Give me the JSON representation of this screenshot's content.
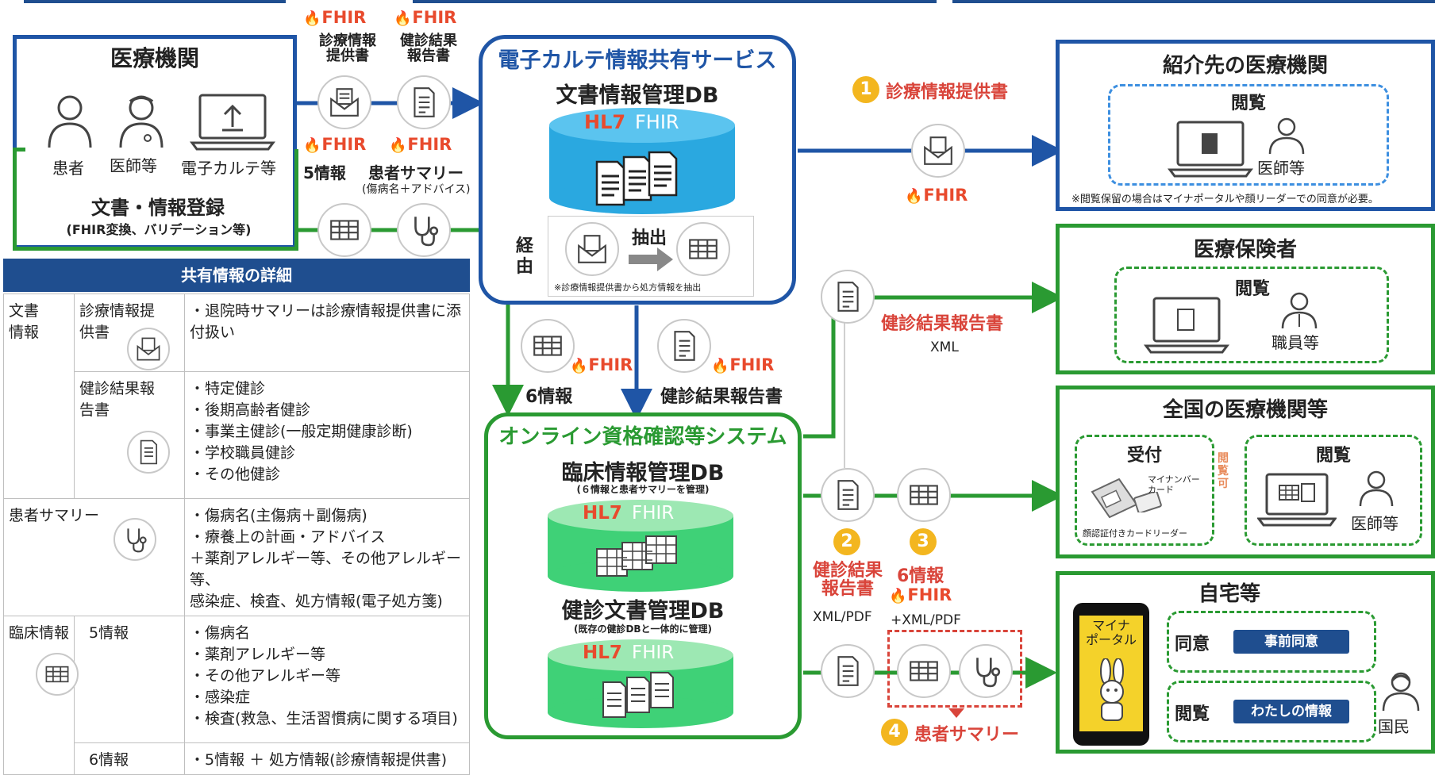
{
  "med_inst": {
    "title": "医療機関",
    "patient": "患者",
    "doctor": "医師等",
    "ehr": "電子カルテ等",
    "register_title": "文書・情報登録",
    "register_sub": "(FHIR変換、バリデーション等)"
  },
  "fhir": "FHIR",
  "hl7fhir": {
    "hl7": "HL7",
    "fhir": "FHIR"
  },
  "top_labels": {
    "clinical_doc": "診療情報\n提供書",
    "checkup_report": "健診結果\n報告書",
    "five_info": "5情報",
    "patient_summary": "患者サマリー",
    "summary_sub": "(傷病名＋アドバイス)"
  },
  "ehr_service": {
    "title": "電子カルテ情報共有サービス",
    "db_title": "文書情報管理DB",
    "extract": "抽出",
    "via": "経\n由",
    "note": "※診療情報提供書から処方情報を抽出"
  },
  "referral": {
    "num": "1",
    "label": "診療情報提供書",
    "title": "紹介先の医療機関",
    "view": "閲覧",
    "doctor": "医師等",
    "note": "※閲覧保留の場合はマイナポータルや顔リーダーでの同意が必要。"
  },
  "insurer": {
    "title": "医療保険者",
    "view": "閲覧",
    "staff": "職員等",
    "report_label": "健診結果報告書",
    "xml": "XML"
  },
  "flow_mid": {
    "six_info": "6情報",
    "checkup_report": "健診結果報告書"
  },
  "online": {
    "title": "オンライン資格確認等システム",
    "clinical_db": "臨床情報管理DB",
    "clinical_db_sub": "(６情報と患者サマリーを管理)",
    "checkup_db": "健診文書管理DB",
    "checkup_db_sub": "(既存の健診DBと一体的に管理)"
  },
  "national": {
    "title": "全国の医療機関等",
    "reception": "受付",
    "view": "閲覧",
    "mynumber": "マイナンバー\nカード",
    "reader": "顔認証付きカードリーダー",
    "allowed": "閲覧可",
    "doctor": "医師等"
  },
  "bottom_flow": {
    "num2": "2",
    "label2": "健診結果\n報告書",
    "xmlpdf2": "XML/PDF",
    "num3": "3",
    "label3": "6情報",
    "xmlpdf3": "+XML/PDF",
    "num4": "4",
    "label4": "患者サマリー"
  },
  "home": {
    "title": "自宅等",
    "portal": "マイナ\nポータル",
    "consent": "同意",
    "consent_btn": "事前同意",
    "view": "閲覧",
    "view_btn": "わたしの情報",
    "citizen": "国民"
  },
  "detail": {
    "header": "共有情報の詳細",
    "doc_info": "文書\n情報",
    "r1_name": "診療情報提\n供書",
    "r1_desc": "・退院時サマリーは診療情報提供書に添\n付扱い",
    "r2_name": "健診結果報\n告書",
    "r2_desc": "・特定健診\n・後期高齢者健診\n・事業主健診(一般定期健康診断)\n・学校職員健診\n・その他健診",
    "r3_name": "患者サマリー",
    "r3_desc": "・傷病名(主傷病＋副傷病)\n・療養上の計画・アドバイス\n＋薬剤アレルギー等、その他アレルギー等、\n感染症、検査、処方情報(電子処方箋)",
    "r4_group": "臨床情報",
    "r4_name": "5情報",
    "r4_desc": "・傷病名\n・薬剤アレルギー等\n・その他アレルギー等\n・感染症\n・検査(救急、生活習慣病に関する項目)",
    "r5_name": "6情報",
    "r5_desc": "・5情報 ＋ 処方情報(診療情報提供書)"
  },
  "colors": {
    "blue": "#1f55a6",
    "green": "#2a9a32",
    "red": "#d9443a",
    "navy": "#1f4e8f"
  }
}
